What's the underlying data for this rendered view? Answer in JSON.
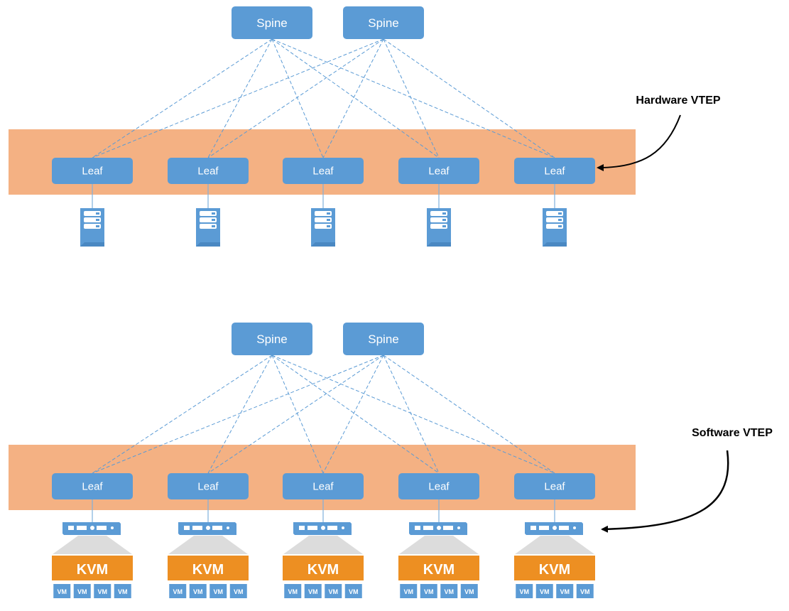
{
  "colors": {
    "node_blue": "#5b9bd5",
    "band_orange": "#f4b183",
    "kvm_orange": "#ed8f22",
    "hypervisor_grey": "#dcdcdc",
    "callout_black": "#000000",
    "link_dashed": "#5b9bd5"
  },
  "top_fabric": {
    "spines": [
      {
        "label": "Spine"
      },
      {
        "label": "Spine"
      }
    ],
    "leaves": [
      {
        "label": "Leaf"
      },
      {
        "label": "Leaf"
      },
      {
        "label": "Leaf"
      },
      {
        "label": "Leaf"
      },
      {
        "label": "Leaf"
      }
    ],
    "endpoint_icon": "server-icon",
    "callout": "Hardware VTEP"
  },
  "bottom_fabric": {
    "spines": [
      {
        "label": "Spine"
      },
      {
        "label": "Spine"
      }
    ],
    "leaves": [
      {
        "label": "Leaf"
      },
      {
        "label": "Leaf"
      },
      {
        "label": "Leaf"
      },
      {
        "label": "Leaf"
      },
      {
        "label": "Leaf"
      }
    ],
    "endpoint_icon": "rack-server-icon",
    "hypervisor_label": "KVM",
    "vm_label": "VM",
    "vms_per_host": 4,
    "callout": "Software VTEP"
  }
}
